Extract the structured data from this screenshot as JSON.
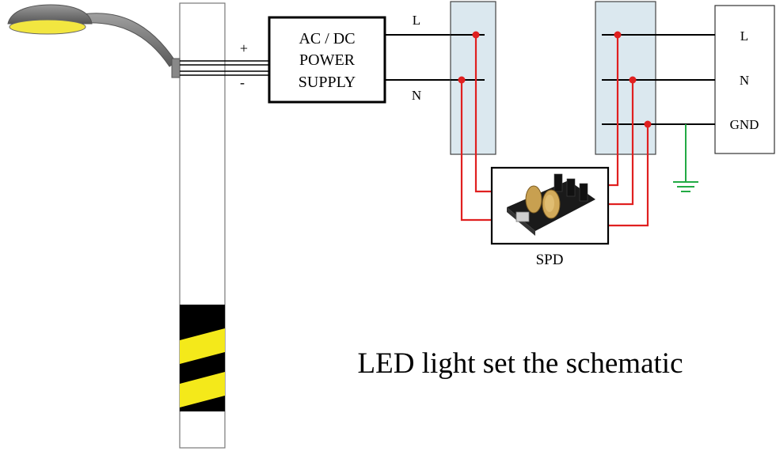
{
  "power_supply": {
    "line1": "AC / DC",
    "line2": "POWER",
    "line3": "SUPPLY"
  },
  "polarity": {
    "plus": "+",
    "minus": "-"
  },
  "supply_output": {
    "line": "L",
    "neutral": "N"
  },
  "mains_box": {
    "line": "L",
    "neutral": "N",
    "ground": "GND"
  },
  "spd": {
    "label": "SPD"
  },
  "caption": "LED light set the schematic",
  "colors": {
    "wire": "#000000",
    "spd_wire": "#e02020",
    "ground_wire": "#22aa44",
    "terminal_fill": "#dbe8ef",
    "lamp_yellow": "#f2e640",
    "pole_stripe": "#f4e91a"
  }
}
